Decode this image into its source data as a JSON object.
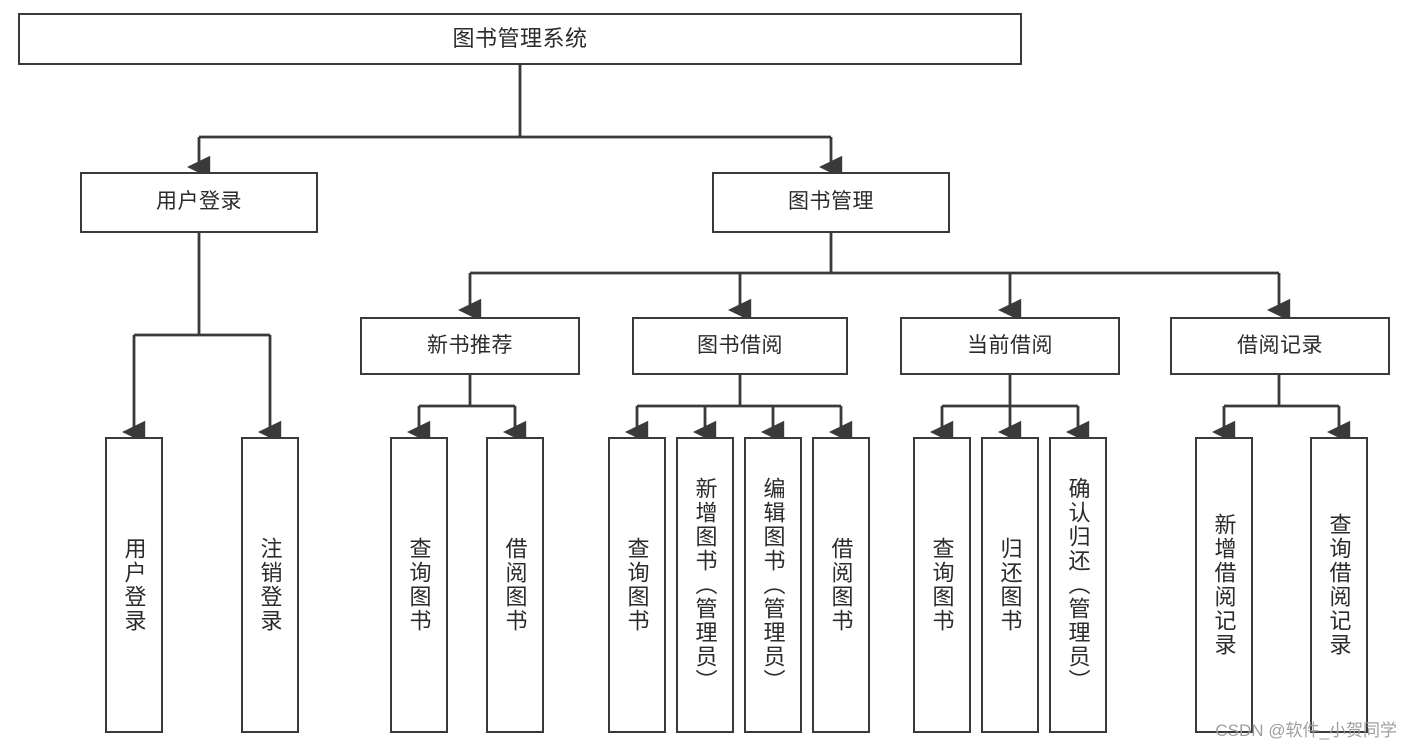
{
  "diagram": {
    "title": "图书管理系统",
    "type": "hierarchy-tree",
    "levels": 4
  },
  "nodes": {
    "root": {
      "label": "图书管理系统"
    },
    "level2": [
      {
        "label": "用户登录"
      },
      {
        "label": "图书管理"
      }
    ],
    "level3": [
      {
        "label": "新书推荐"
      },
      {
        "label": "图书借阅"
      },
      {
        "label": "当前借阅"
      },
      {
        "label": "借阅记录"
      }
    ],
    "leaves_user_login": [
      {
        "label": "用户登录"
      },
      {
        "label": "注销登录"
      }
    ],
    "leaves_new_book": [
      {
        "label": "查询图书"
      },
      {
        "label": "借阅图书"
      }
    ],
    "leaves_borrow": [
      {
        "label": "查询图书"
      },
      {
        "label": "新增图书（管理员）"
      },
      {
        "label": "编辑图书（管理员）"
      },
      {
        "label": "借阅图书"
      }
    ],
    "leaves_current": [
      {
        "label": "查询图书"
      },
      {
        "label": "归还图书"
      },
      {
        "label": "确认归还（管理员）"
      }
    ],
    "leaves_record": [
      {
        "label": "新增借阅记录"
      },
      {
        "label": "查询借阅记录"
      }
    ]
  },
  "watermark": {
    "text": "CSDN @软件_小贺同学"
  },
  "colors": {
    "stroke": "#3a3a3a",
    "text": "#2b2b2b",
    "background": "#ffffff",
    "watermark": "#9a9a9a"
  }
}
